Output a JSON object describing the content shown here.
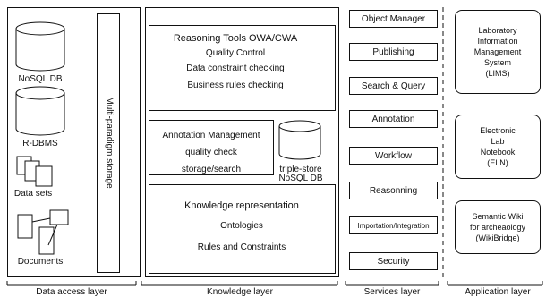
{
  "data_access": {
    "storage_label": "Multi-paradigm storage",
    "items": [
      {
        "label": "NoSQL DB"
      },
      {
        "label": "R-DBMS"
      },
      {
        "label": "Data sets"
      },
      {
        "label": "Documents"
      }
    ]
  },
  "knowledge": {
    "reasoning": {
      "title": "Reasoning Tools OWA/CWA",
      "lines": [
        "Quality Control",
        "Data constraint checking",
        "Business rules checking"
      ]
    },
    "annotation": {
      "title": "Annotation Management",
      "lines": [
        "quality check",
        "storage/search"
      ],
      "store_label_1": "triple-store",
      "store_label_2": "NoSQL DB"
    },
    "representation": {
      "title": "Knowledge representation",
      "lines": [
        "Ontologies",
        "Rules and Constraints"
      ]
    }
  },
  "services": [
    "Object Manager",
    "Publishing",
    "Search & Query",
    "Annotation",
    "Workflow",
    "Reasonning",
    "Importation/Integration",
    "Security"
  ],
  "applications": [
    {
      "lines": [
        "Laboratory",
        "Information",
        "Management",
        "System",
        "(LIMS)"
      ]
    },
    {
      "lines": [
        "Electronic",
        "Lab",
        "Notebook",
        "(ELN)"
      ]
    },
    {
      "lines": [
        "Semantic Wiki",
        "for archeaology",
        "(WikiBridge)"
      ]
    }
  ],
  "layers": [
    "Data access layer",
    "Knowledge layer",
    "Services layer",
    "Application layer"
  ]
}
